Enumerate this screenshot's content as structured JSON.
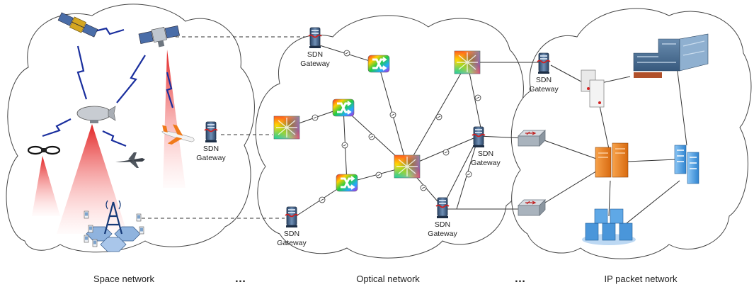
{
  "networks": [
    {
      "label": "Space network"
    },
    {
      "label": "Optical network"
    },
    {
      "label": "IP packet network"
    }
  ],
  "separator": "…",
  "gateways": [
    {
      "label1": "SDN",
      "label2": "Gateway"
    },
    {
      "label1": "SDN",
      "label2": "Gateway"
    },
    {
      "label1": "SDN",
      "label2": "Gateway"
    },
    {
      "label1": "SDN",
      "label2": "Gateway"
    },
    {
      "label1": "SDN",
      "label2": "Gateway"
    },
    {
      "label1": "SDN",
      "label2": "Gateway"
    }
  ],
  "colors": {
    "cloud_stroke": "#444444",
    "link": "#333333",
    "wireless": "#1a2f9e",
    "beam": "#e01818",
    "gateway_body": "#3e5f86",
    "server_orange": "#f08a24",
    "server_blue": "#5fa8e6"
  }
}
